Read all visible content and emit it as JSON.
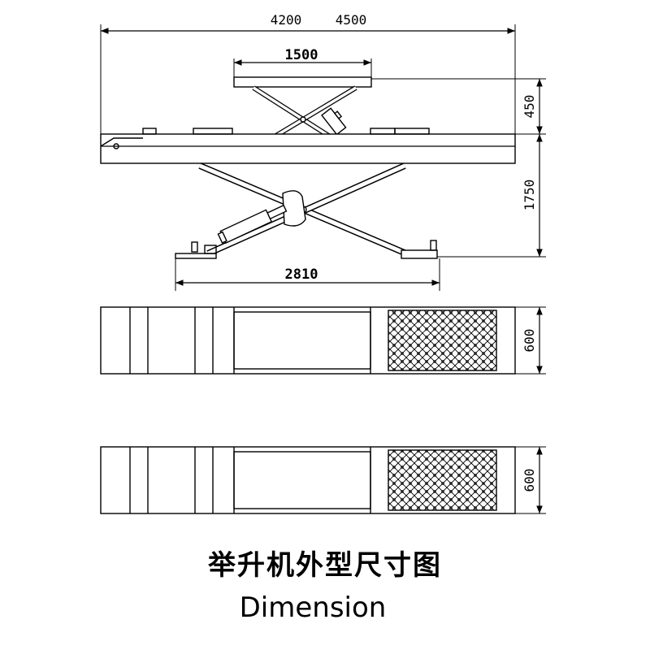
{
  "dimensions": {
    "overall_length_1": "4200",
    "overall_length_2": "4500",
    "top_platform_width": "1500",
    "top_lift_height": "450",
    "base_lift_height": "1750",
    "base_span": "2810",
    "plan_width_top": "600",
    "plan_width_bottom": "600"
  },
  "caption": {
    "chinese": "举升机外型尺寸图",
    "english": "Dimension"
  }
}
